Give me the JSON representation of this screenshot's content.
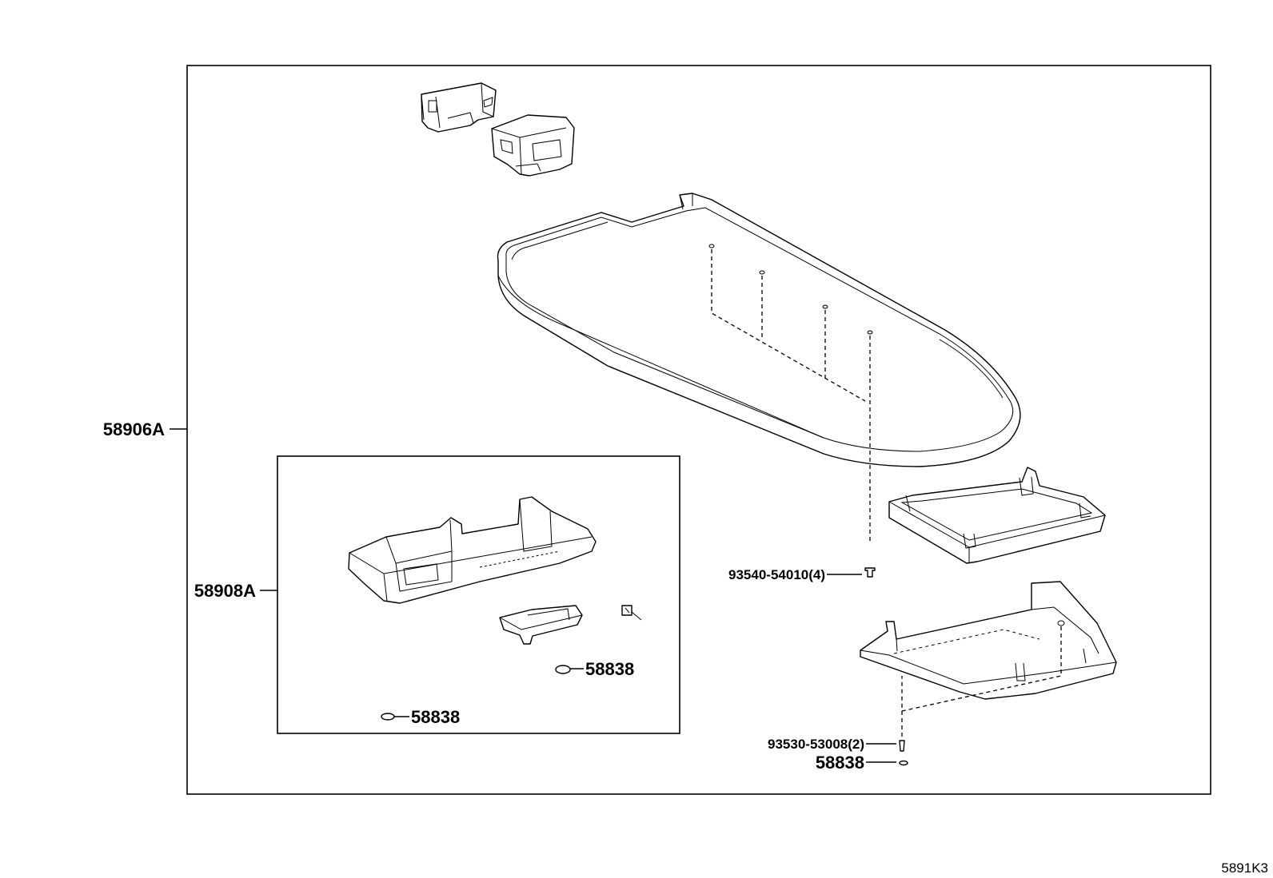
{
  "diagram": {
    "diagram_code": "5891K3",
    "labels": {
      "assembly_main": "58906A",
      "sub_assembly": "58908A",
      "clip_inner_1": "58838",
      "clip_inner_2": "58838",
      "screw_lid": "93540-54010(4)",
      "screw_base": "93530-53008(2)",
      "clip_base": "58838"
    }
  }
}
